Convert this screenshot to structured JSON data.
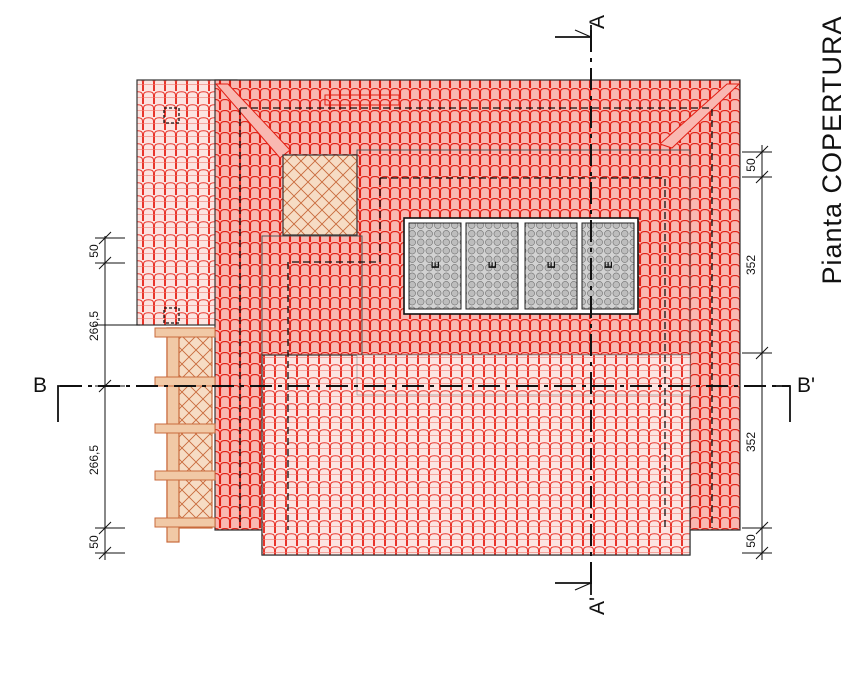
{
  "title": "Pianta COPERTURA",
  "sections": {
    "top": "A",
    "bottom": "A'",
    "left": "B",
    "right": "B'"
  },
  "dimensions": {
    "left": [
      "50",
      "266,5",
      "266,5",
      "50"
    ],
    "right": [
      "50",
      "352",
      "352",
      "50"
    ]
  },
  "panels": {
    "label": "E",
    "count": 4
  },
  "colors": {
    "tile": "#e8352b",
    "tile_fill": "#fbd0cc",
    "wood": "#c96a3c",
    "wood_fill": "#f1c9a6",
    "panel": "#9a9a9a",
    "line": "#222222"
  }
}
